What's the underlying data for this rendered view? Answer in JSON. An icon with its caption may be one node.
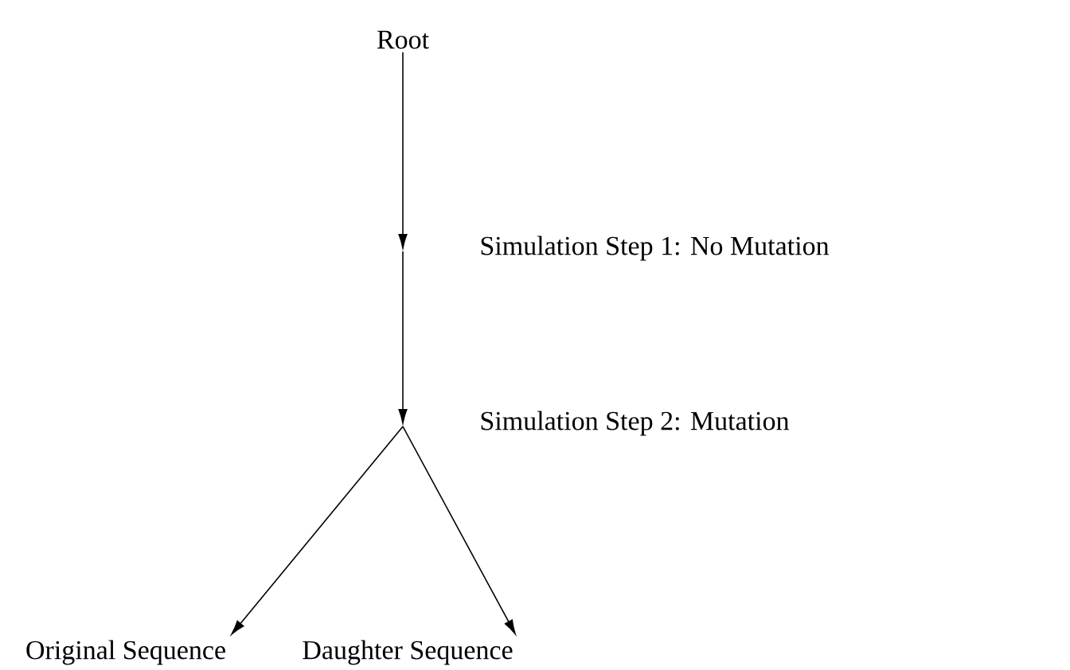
{
  "diagram": {
    "nodes": [
      {
        "text": [
          "Root"
        ]
      },
      {
        "text": [],
        "shape": "point",
        "beside": [
          "Simulation Step 1: No Mutation"
        ]
      },
      {
        "text": [],
        "shape": "point",
        "beside": [
          "Simulation Step 2: Mutation"
        ]
      },
      {
        "text": [
          "Original Sequence"
        ]
      },
      {
        "text": [
          "Daughter Sequence"
        ]
      }
    ],
    "edges": [
      {
        "from": 0,
        "to": 1,
        "arrow": "to"
      },
      {
        "from": 1,
        "to": 2,
        "arrow": "to"
      },
      {
        "from": 2,
        "to": 3,
        "arrow": "to"
      },
      {
        "from": 2,
        "to": 4,
        "arrow": "to"
      }
    ]
  }
}
